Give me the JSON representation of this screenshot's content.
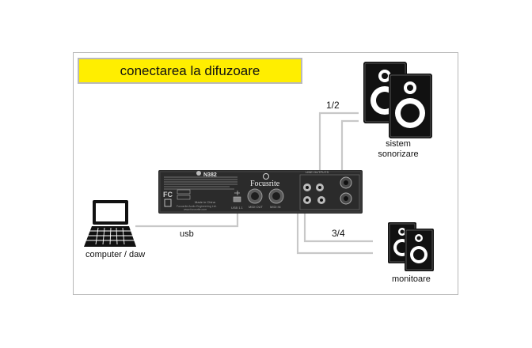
{
  "title": "conectarea la difuzoare",
  "labels": {
    "channel_12": "1/2",
    "channel_34": "3/4",
    "usb": "usb",
    "computer": "computer / daw",
    "speakers_line1": "sistem",
    "speakers_line2": "sonorizare",
    "monitors": "monitoare"
  },
  "device": {
    "brand": "Focusrite",
    "model": "N382",
    "section_label": "LINE OUTPUTS",
    "usb_port_label": "USB 1.1",
    "midi_out_label": "MIDI OUT",
    "midi_in_label": "MIDI IN",
    "made_in": "Made in China",
    "company": "Focusrite Audio Engineering Ltd.",
    "website": "www.focusrite.com"
  },
  "colors": {
    "title_background": "#ffee00",
    "device_body": "#2b2b2b",
    "cable": "#c8c8c8"
  }
}
